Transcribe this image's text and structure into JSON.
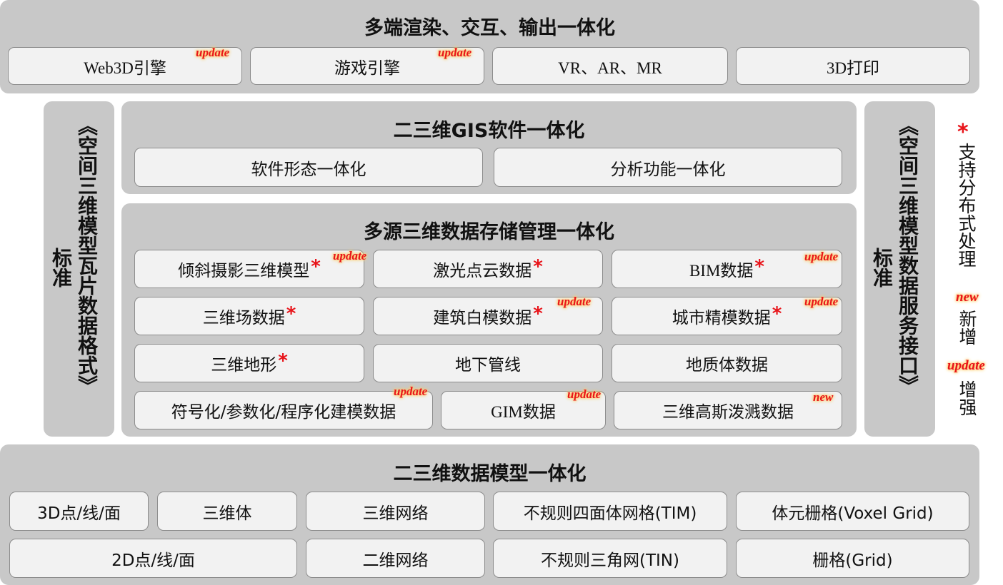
{
  "top": {
    "title": "多端渲染、交互、输出一体化",
    "items": [
      "Web3D引擎",
      "游戏引擎",
      "VR、AR、MR",
      "3D打印"
    ],
    "tags": [
      "update",
      "update"
    ]
  },
  "gis": {
    "title": "二三维GIS软件一体化",
    "items": [
      "软件形态一体化",
      "分析功能一体化"
    ]
  },
  "storage": {
    "title": "多源三维数据存储管理一体化",
    "rows": [
      [
        "倾斜摄影三维模型",
        "激光点云数据",
        "BIM数据"
      ],
      [
        "三维场数据",
        "建筑白模数据",
        "城市精模数据"
      ],
      [
        "三维地形",
        "地下管线",
        "地质体数据"
      ],
      [
        "符号化/参数化/程序化建模数据",
        "GIM数据",
        "三维高斯泼溅数据"
      ]
    ],
    "star": "*",
    "tags": {
      "oblique": "update",
      "bim": "update",
      "building": "update",
      "city": "update",
      "symbolic": "update",
      "gim": "update",
      "gaussian": "new"
    }
  },
  "left_standard": {
    "title": "《空间三维模型瓦片数据格式》",
    "suffix": "标准"
  },
  "right_standard": {
    "title": "《空间三维模型数据服务接口》",
    "suffix": "标准"
  },
  "legend": {
    "star": "*",
    "star_text": "支持分布式处理",
    "new_tag": "new",
    "new_text": "新增",
    "update_tag": "update",
    "update_text": "增强"
  },
  "model": {
    "title": "二三维数据模型一体化",
    "row1": [
      "3D点/线/面",
      "三维体",
      "三维网络",
      "不规则四面体网格(TIM)",
      "体元栅格(Voxel Grid)"
    ],
    "row2": [
      "2D点/线/面",
      "二维网络",
      "不规则三角网(TIN)",
      "栅格(Grid)"
    ]
  },
  "colors": {
    "panel": "#c8c8c8",
    "box": "#f2f2f2",
    "star": "#e8141a",
    "tag_glow": "#ffc04d"
  }
}
